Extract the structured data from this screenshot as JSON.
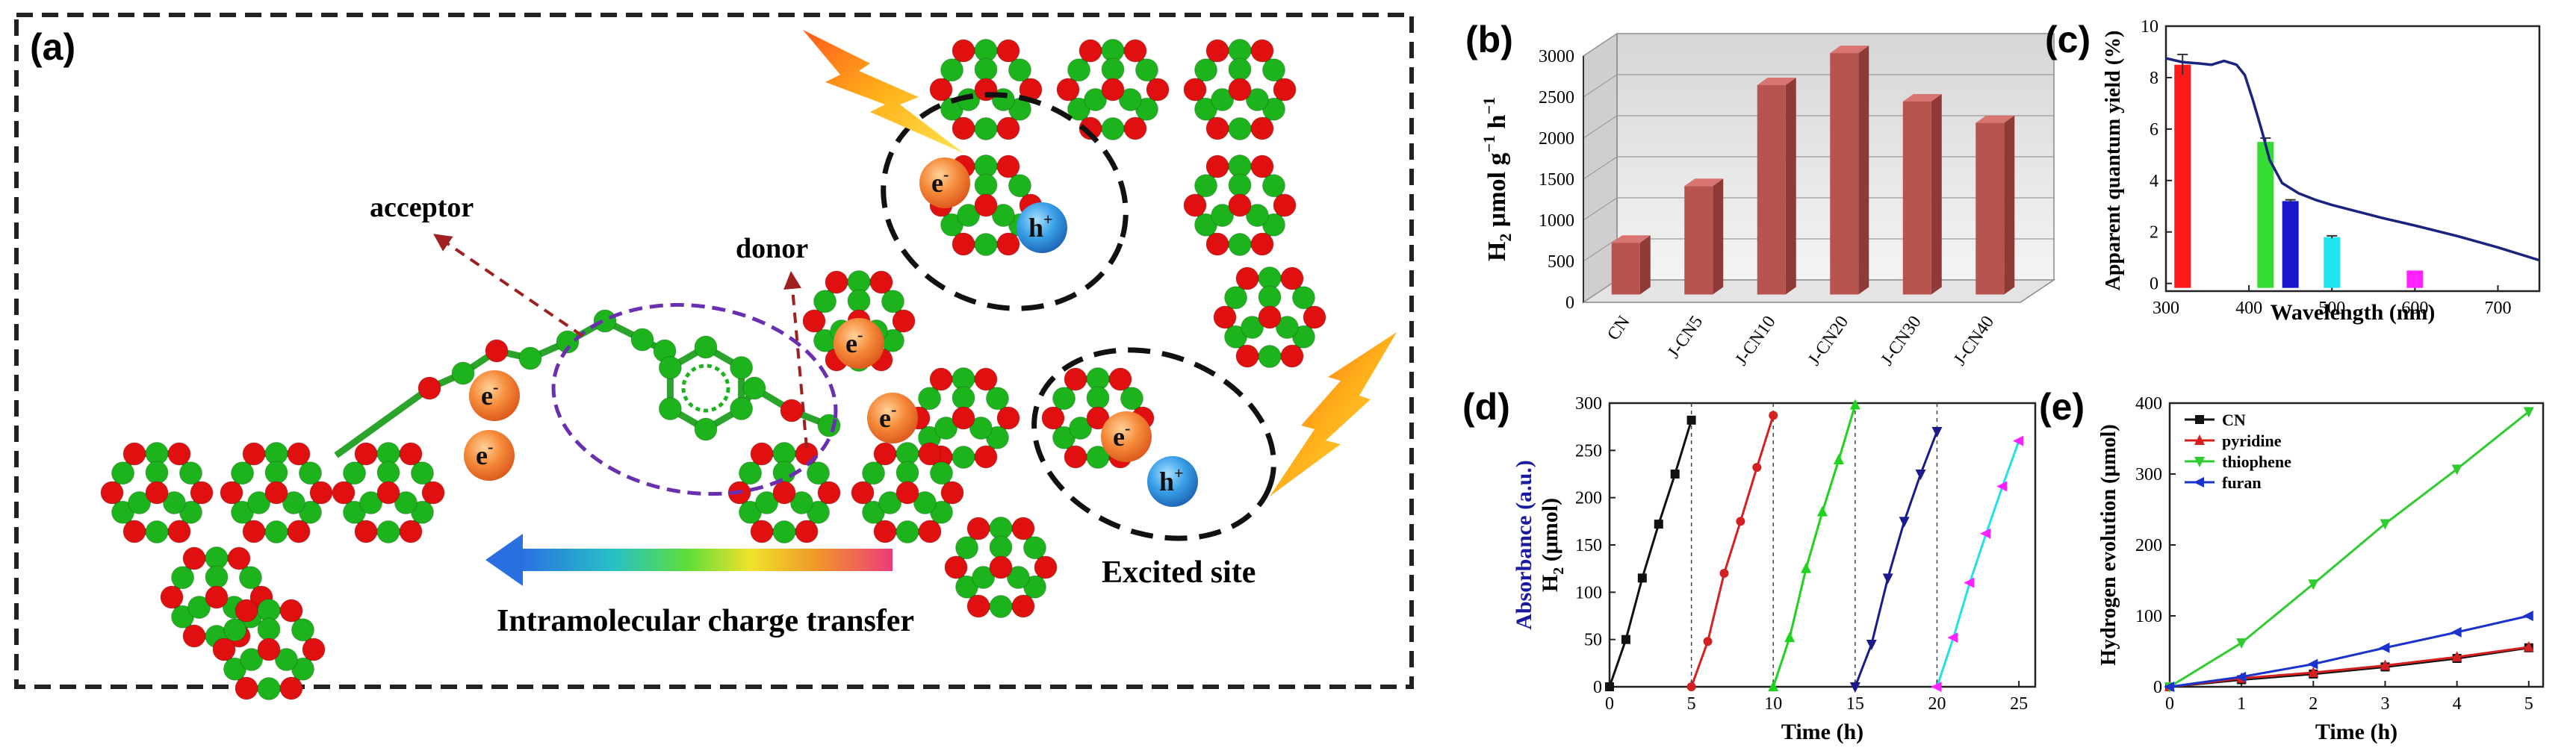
{
  "panel_a": {
    "letter": "(a)",
    "labels": {
      "acceptor": "acceptor",
      "donor": "donor",
      "excited_site": "Excited site",
      "charge_transfer": "Intramolecular charge transfer",
      "electron": "e",
      "hole": "h",
      "minus": "-",
      "plus": "+"
    },
    "colors": {
      "carbon": "#1db31d",
      "nitrogen": "#e01010",
      "electron": "#f0742a",
      "hole": "#2b8fd6",
      "frame": "#222222"
    }
  },
  "chart_data": [
    {
      "id": "b",
      "letter": "(b)",
      "type": "bar",
      "categories": [
        "CN",
        "J-CN5",
        "J-CN10",
        "J-CN20",
        "J-CN30",
        "J-CN40"
      ],
      "values": [
        630,
        1320,
        2550,
        2940,
        2350,
        2090
      ],
      "ylabel_main": "H",
      "ylabel_sub": "2",
      "ylabel_unit": "μmol g",
      "ylabel_sup1": "−1",
      "ylabel_h": "h",
      "ylabel_sup2": "−1",
      "ylim": [
        0,
        3000
      ],
      "yticks": [
        0,
        500,
        1000,
        1500,
        2000,
        2500,
        3000
      ],
      "color": "#b85450"
    },
    {
      "id": "c",
      "letter": "(c)",
      "type": "bar",
      "xlabel": "Wavelength (nm)",
      "ylabel": "Apparent quantum yield (%)",
      "xlim": [
        300,
        750
      ],
      "ylim": [
        -0.3,
        10
      ],
      "xticks": [
        300,
        400,
        500,
        600,
        700
      ],
      "yticks": [
        0,
        2,
        4,
        6,
        8,
        10
      ],
      "bars": [
        {
          "x": 320,
          "y": 8.5,
          "err": 0.4,
          "color": "#ff1a1a"
        },
        {
          "x": 420,
          "y": 5.5,
          "err": 0.15,
          "color": "#33dd33"
        },
        {
          "x": 450,
          "y": 3.2,
          "err": 0.05,
          "color": "#1818cc"
        },
        {
          "x": 500,
          "y": 1.8,
          "err": 0.05,
          "color": "#22e4f0"
        },
        {
          "x": 600,
          "y": 0.5,
          "err": 0.0,
          "color": "#ff22ff"
        }
      ],
      "absorbance": {
        "x": [
          300,
          320,
          340,
          355,
          370,
          385,
          395,
          405,
          415,
          425,
          440,
          460,
          480,
          500,
          530,
          560,
          600,
          650,
          700,
          750
        ],
        "y": [
          8.75,
          8.6,
          8.55,
          8.5,
          8.65,
          8.5,
          8.1,
          7.1,
          6.0,
          4.8,
          3.9,
          3.5,
          3.25,
          3.05,
          2.8,
          2.55,
          2.25,
          1.85,
          1.4,
          0.9
        ],
        "color": "#1a237e"
      }
    },
    {
      "id": "d",
      "letter": "(d)",
      "type": "line",
      "xlabel": "Time (h)",
      "ylabel_main": "H",
      "ylabel_sub": "2",
      "ylabel_unit": " (μmol)",
      "ylabel_outer": "Absorbance (a.u.)",
      "xlim": [
        0,
        26
      ],
      "ylim": [
        0,
        300
      ],
      "xticks": [
        0,
        5,
        10,
        15,
        20,
        25
      ],
      "yticks": [
        0,
        50,
        100,
        150,
        200,
        250,
        300
      ],
      "cycle_lines": [
        5,
        10,
        15,
        20
      ],
      "series": [
        {
          "color": "#111111",
          "marker": "square",
          "x": [
            0,
            1,
            2,
            3,
            4,
            5
          ],
          "y": [
            0,
            50,
            115,
            172,
            225,
            282
          ]
        },
        {
          "color": "#d42020",
          "marker": "circle",
          "x": [
            5,
            6,
            7,
            8,
            9,
            10
          ],
          "y": [
            0,
            48,
            120,
            175,
            232,
            287
          ]
        },
        {
          "color": "#1ed21e",
          "marker": "triangle",
          "x": [
            10,
            11,
            12,
            13,
            14,
            15
          ],
          "y": [
            0,
            52,
            125,
            185,
            240,
            298
          ]
        },
        {
          "color": "#1a1a8c",
          "marker": "tri-down",
          "x": [
            15,
            16,
            17,
            18,
            19,
            20
          ],
          "y": [
            0,
            45,
            115,
            175,
            225,
            270
          ]
        },
        {
          "color": "#22e0e6",
          "marker": "tri-left",
          "x": [
            20,
            21,
            22,
            23,
            24,
            25
          ],
          "y": [
            0,
            52,
            110,
            162,
            212,
            260
          ]
        }
      ],
      "marker_color_cycle5": "#ff22ff"
    },
    {
      "id": "e",
      "letter": "(e)",
      "type": "line",
      "xlabel": "Time (h)",
      "ylabel": "Hydrogen evolution (μmol)",
      "xlim": [
        0,
        5.2
      ],
      "ylim": [
        0,
        400
      ],
      "xticks": [
        0,
        1,
        2,
        3,
        4,
        5
      ],
      "yticks": [
        0,
        100,
        200,
        300,
        400
      ],
      "legend_position": "top-left",
      "series": [
        {
          "name": "CN",
          "color": "#111111",
          "marker": "square",
          "x": [
            0,
            1,
            2,
            3,
            4,
            5
          ],
          "y": [
            0,
            10,
            18,
            28,
            40,
            55
          ]
        },
        {
          "name": "pyridine",
          "color": "#d42020",
          "marker": "triangle",
          "x": [
            0,
            1,
            2,
            3,
            4,
            5
          ],
          "y": [
            0,
            12,
            20,
            30,
            42,
            56
          ]
        },
        {
          "name": "thiophene",
          "color": "#2ecc2e",
          "marker": "tri-down",
          "x": [
            0,
            1,
            2,
            3,
            4,
            5
          ],
          "y": [
            0,
            62,
            145,
            230,
            307,
            388
          ]
        },
        {
          "name": "furan",
          "color": "#1a33cc",
          "marker": "tri-left",
          "x": [
            0,
            1,
            2,
            3,
            4,
            5
          ],
          "y": [
            0,
            14,
            32,
            55,
            77,
            100
          ]
        }
      ]
    }
  ]
}
